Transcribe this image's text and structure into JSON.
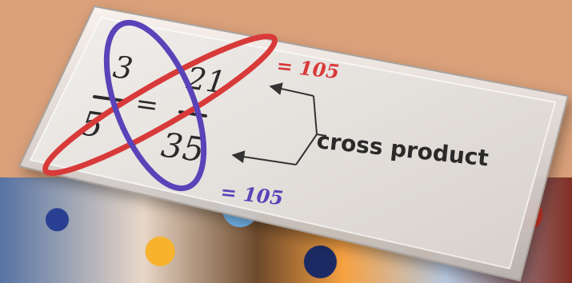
{
  "diagram": {
    "fraction_left": {
      "numerator": "3",
      "denominator": "5"
    },
    "equals_sign": "=",
    "fraction_right": {
      "numerator": "21",
      "denominator": "35"
    },
    "product_red": "= 105",
    "product_blue": "= 105",
    "label": "cross product"
  },
  "colors": {
    "background": "#d9a07a",
    "card": "#e6e3df",
    "red": "#d83a3a",
    "blue": "#5a43b8",
    "text": "#2a2a2a",
    "label_text": "#2a2a2a"
  }
}
